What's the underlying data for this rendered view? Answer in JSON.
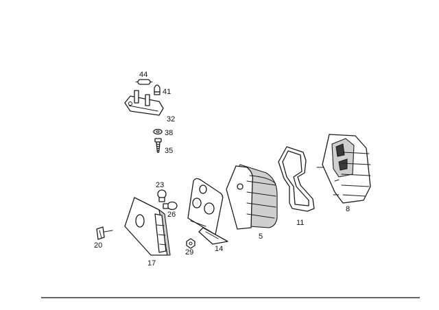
{
  "labels": {
    "p44": "44",
    "p41": "41",
    "p32": "32",
    "p38": "38",
    "p35": "35",
    "p23": "23",
    "p26": "26",
    "p20": "20",
    "p17": "17",
    "p29": "29",
    "p14": "14",
    "p5": "5",
    "p11": "11",
    "p8": "8"
  }
}
